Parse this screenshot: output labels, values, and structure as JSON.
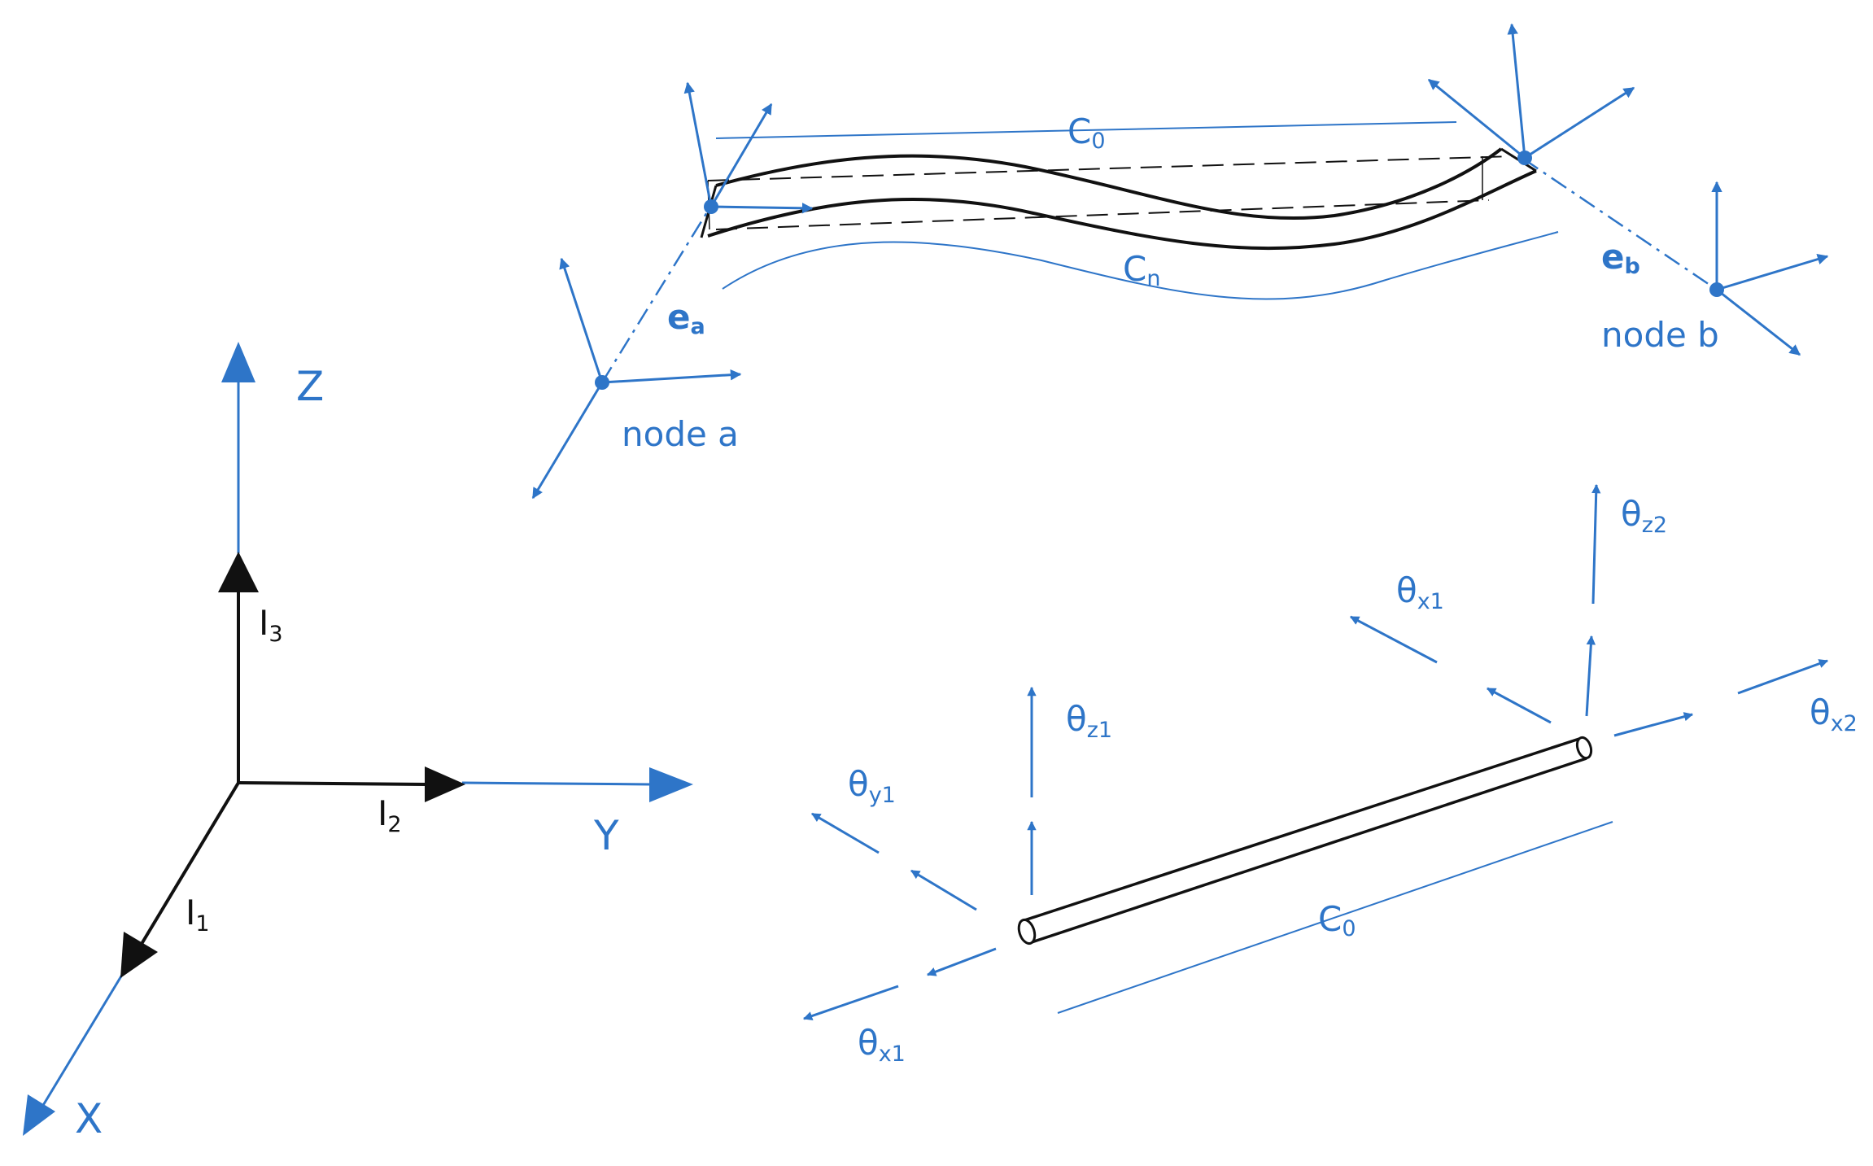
{
  "colors": {
    "accent": "#2e75c8",
    "ink": "#111111"
  },
  "global_axes": {
    "z": "Z",
    "y": "Y",
    "x": "X",
    "i3": {
      "base": "I",
      "sub": "3"
    },
    "i2": {
      "base": "I",
      "sub": "2"
    },
    "i1": {
      "base": "I",
      "sub": "1"
    }
  },
  "deformed_beam": {
    "chord_label": {
      "base": "C",
      "sub": "0"
    },
    "curve_label": {
      "base": "C",
      "sub": "n"
    },
    "offset_a": {
      "base": "e",
      "sub": "a"
    },
    "offset_b": {
      "base": "e",
      "sub": "b"
    },
    "node_a": "node a",
    "node_b": "node b"
  },
  "straight_beam": {
    "length_label": {
      "base": "C",
      "sub": "0"
    },
    "dofs": {
      "z1": {
        "base": "θ",
        "sub": "z1"
      },
      "y1": {
        "base": "θ",
        "sub": "y1"
      },
      "x1_near": {
        "base": "θ",
        "sub": "x1"
      },
      "x1_far": {
        "base": "θ",
        "sub": "x1"
      },
      "z2": {
        "base": "θ",
        "sub": "z2"
      },
      "x2": {
        "base": "θ",
        "sub": "x2"
      }
    }
  }
}
